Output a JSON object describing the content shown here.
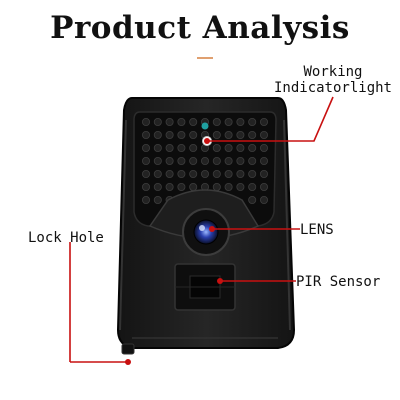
{
  "title": "Product Analysis",
  "labels": {
    "working_line1": "Working",
    "working_line2": "Indicatorlight",
    "lens": "LENS",
    "pir": "PIR Sensor",
    "lock": "Lock Hole"
  },
  "colors": {
    "body": "#1b1b1b",
    "leader": "#c81010",
    "accent": "#e0a070"
  }
}
